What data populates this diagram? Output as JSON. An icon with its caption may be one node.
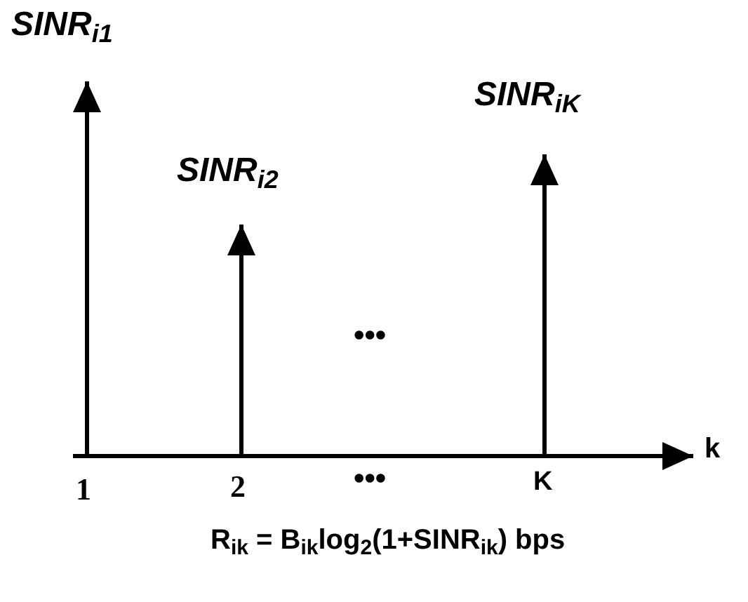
{
  "diagram": {
    "caption": "R$_{ik}$ = B$_{ik}$log$_{2}$(1+SINR$_{ik}$) bps",
    "nodes": [
      {
        "text": [
          "SINR$_{i1}$"
        ]
      },
      {
        "text": [
          "SINR$_{i2}$"
        ]
      },
      {
        "text": [
          "SINR$_{iK}$"
        ]
      }
    ],
    "edges": [
      {
        "from": null,
        "to": 0,
        "arrow": "to"
      },
      {
        "from": null,
        "to": 1,
        "arrow": "to"
      },
      {
        "from": null,
        "to": 2,
        "arrow": "to"
      }
    ],
    "labels": [
      "k",
      "•••",
      "1",
      "2",
      "•••",
      "K"
    ]
  }
}
